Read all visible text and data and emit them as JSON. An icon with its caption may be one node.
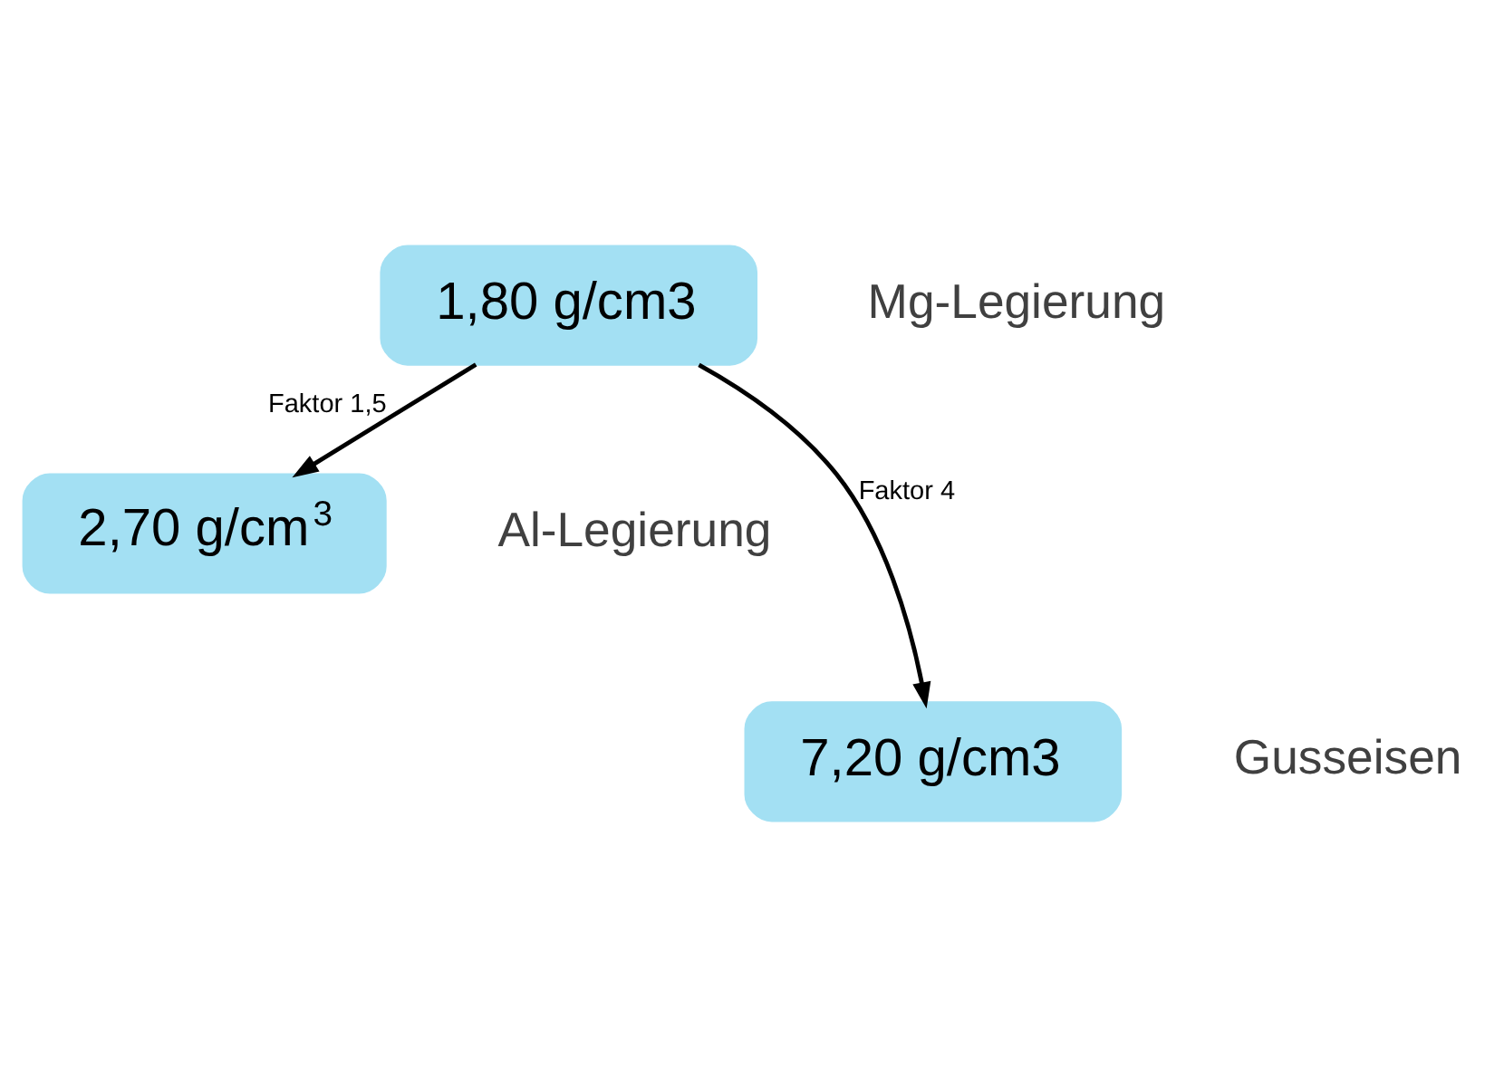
{
  "diagram": {
    "nodes": [
      {
        "text": [
          "1,80 g/cm3"
        ],
        "beside": [
          "Mg-Legierung"
        ]
      },
      {
        "text": [
          "2,70 g/cm$^{3}$"
        ],
        "beside": [
          "Al-Legierung"
        ]
      },
      {
        "text": [
          "7,20 g/cm3"
        ],
        "beside": [
          "Gusseisen"
        ]
      }
    ],
    "edges": [
      {
        "from": 0,
        "to": 1,
        "arrow": "to",
        "label": "Faktor 1,5"
      },
      {
        "from": 0,
        "to": 2,
        "arrow": "to",
        "label": "Faktor 4"
      }
    ]
  }
}
